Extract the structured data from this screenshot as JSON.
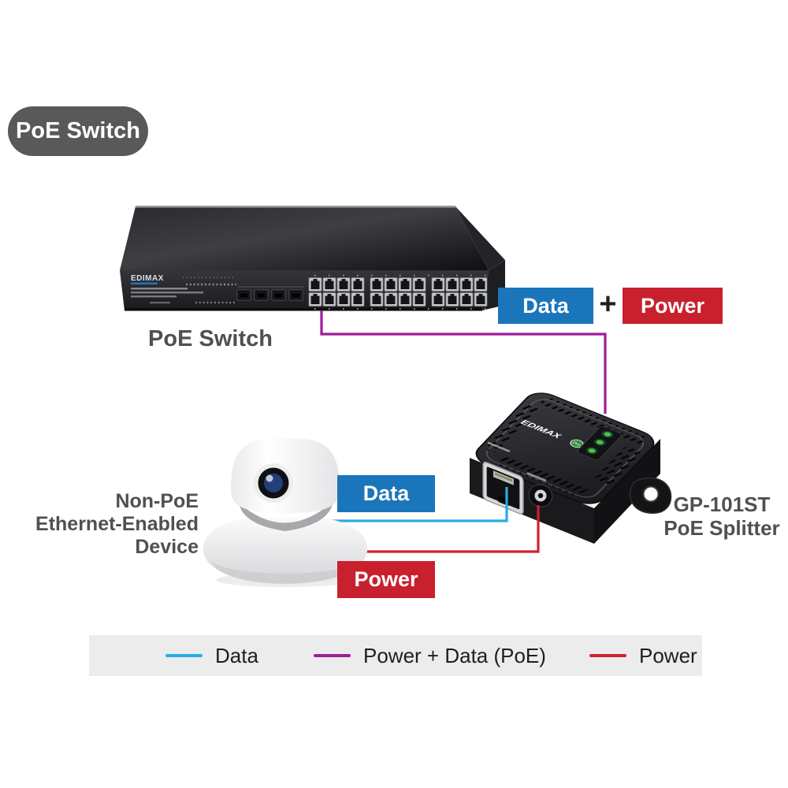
{
  "header": {
    "badge": "PoE Switch"
  },
  "switch": {
    "label": "PoE Switch",
    "brand": "EDIMAX"
  },
  "splitter": {
    "model": "GP-101ST",
    "type": "PoE Splitter",
    "brand": "EDIMAX",
    "brand_badge": "Pro"
  },
  "camera": {
    "label_line1": "Non-PoE",
    "label_line2": "Ethernet-Enabled",
    "label_line3": "Device"
  },
  "badges": {
    "top_data": "Data",
    "plus": "+",
    "top_power": "Power",
    "mid_data": "Data",
    "mid_power": "Power"
  },
  "legend": {
    "items": [
      {
        "label": "Data",
        "color": "#29ABE2"
      },
      {
        "label": "Power + Data (PoE)",
        "color": "#A01D9B"
      },
      {
        "label": "Power",
        "color": "#D2202F"
      }
    ]
  },
  "colors": {
    "data_blue_badge": "#1B75BB",
    "power_red_badge": "#C9202E",
    "poe_purple_line": "#A01D9B",
    "data_cyan_line": "#29ABE2",
    "power_red_line": "#D2202F",
    "label_gray": "#4F5052"
  }
}
